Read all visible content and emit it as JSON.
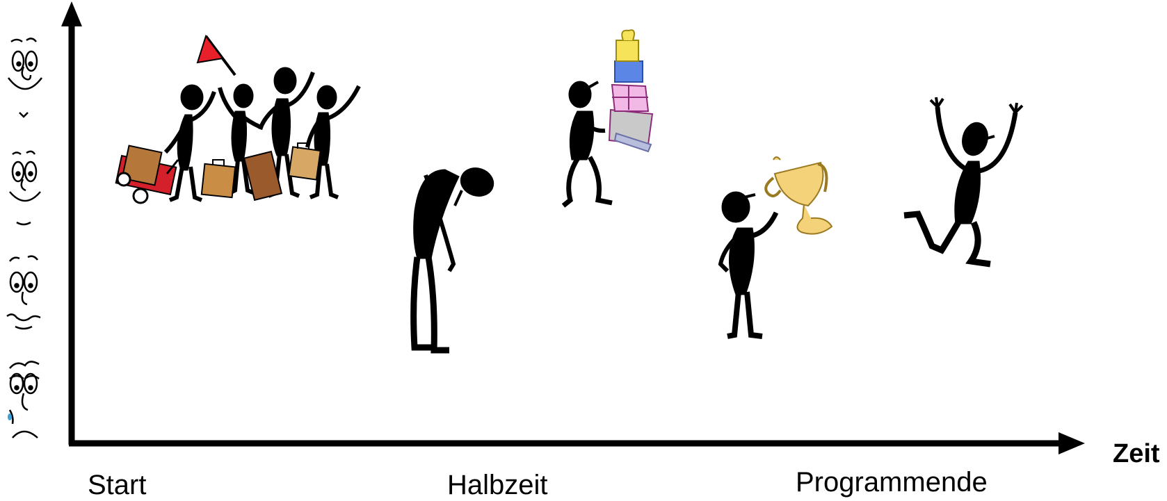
{
  "axes": {
    "x_label": "Zeit",
    "y_label": "",
    "x_ticks": [
      "Start",
      "Halbzeit",
      "Programmende"
    ]
  },
  "mood_scale": [
    "very-happy",
    "happy",
    "worried",
    "sad-crying"
  ],
  "stages": [
    {
      "tick": "Start",
      "mood": "excited",
      "figure": "group-departing-with-flag-and-suitcases"
    },
    {
      "tick": "Halbzeit",
      "mood": "low",
      "figure": "dejected-drooping-figure"
    },
    {
      "tick": "Halbzeit",
      "mood": "rising",
      "figure": "figure-carrying-gifts"
    },
    {
      "tick": "Programmende",
      "mood": "proud",
      "figure": "figure-holding-trophy"
    },
    {
      "tick": "Programmende",
      "mood": "very-high",
      "figure": "figure-jumping-for-joy"
    }
  ],
  "colors": {
    "silhouette": "#000000",
    "flag": "#e8202a",
    "wagon": "#d4202a",
    "suitcase": "#b5773a",
    "trophy": "#f3d27a",
    "gift_yellow": "#f7e35a",
    "gift_blue": "#5b86e5",
    "gift_pink": "#f2b8e6",
    "gift_grey": "#c9c9c9"
  }
}
